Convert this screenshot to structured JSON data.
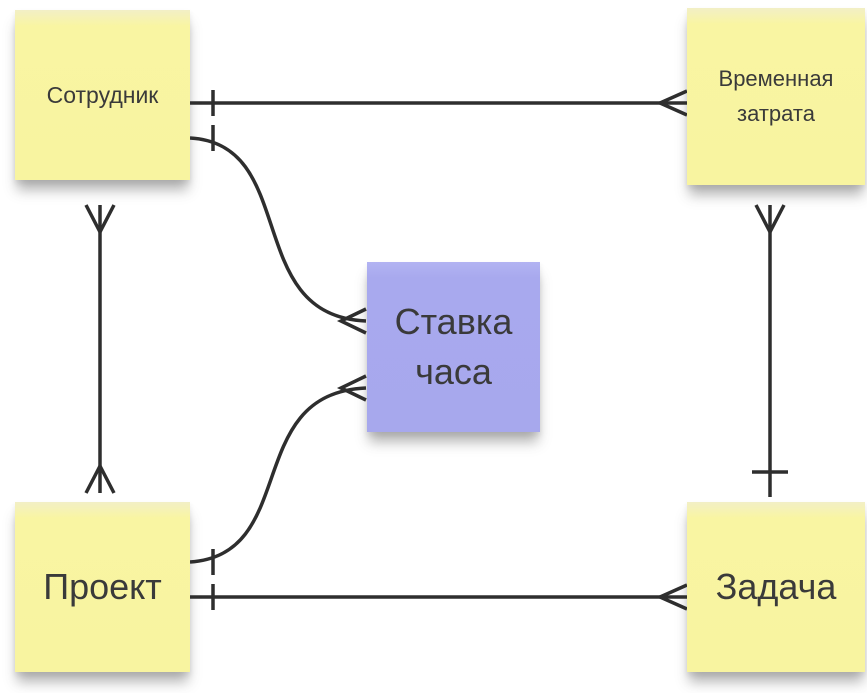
{
  "canvas": {
    "background_color": "#ffffff",
    "line_color": "#2e2e2e",
    "note_text_color": "#3a3a3a",
    "yellow_note_color": "#f8f4a0",
    "blue_note_color": "#a8a9ee"
  },
  "nodes": {
    "employee": {
      "label": "Сотрудник",
      "color": "#f8f4a0"
    },
    "time_cost": {
      "label": "Временная затрата",
      "color": "#f8f4a0"
    },
    "hour_rate": {
      "label": "Ставка часа",
      "color": "#a8a9ee"
    },
    "project": {
      "label": "Проект",
      "color": "#f8f4a0"
    },
    "task": {
      "label": "Задача",
      "color": "#f8f4a0"
    }
  },
  "edges": [
    {
      "from": "employee",
      "to": "time_cost",
      "from_cardinality": "one",
      "to_cardinality": "many",
      "shape": "straight"
    },
    {
      "from": "employee",
      "to": "hour_rate",
      "from_cardinality": "one",
      "to_cardinality": "many",
      "shape": "curved"
    },
    {
      "from": "project",
      "to": "hour_rate",
      "from_cardinality": "one",
      "to_cardinality": "many",
      "shape": "curved"
    },
    {
      "from": "project",
      "to": "task",
      "from_cardinality": "one",
      "to_cardinality": "many",
      "shape": "straight"
    },
    {
      "from": "employee",
      "to": "project",
      "from_cardinality": "many",
      "to_cardinality": "many",
      "shape": "straight"
    },
    {
      "from": "time_cost",
      "to": "task",
      "from_cardinality": "many",
      "to_cardinality": "one",
      "shape": "straight"
    }
  ]
}
